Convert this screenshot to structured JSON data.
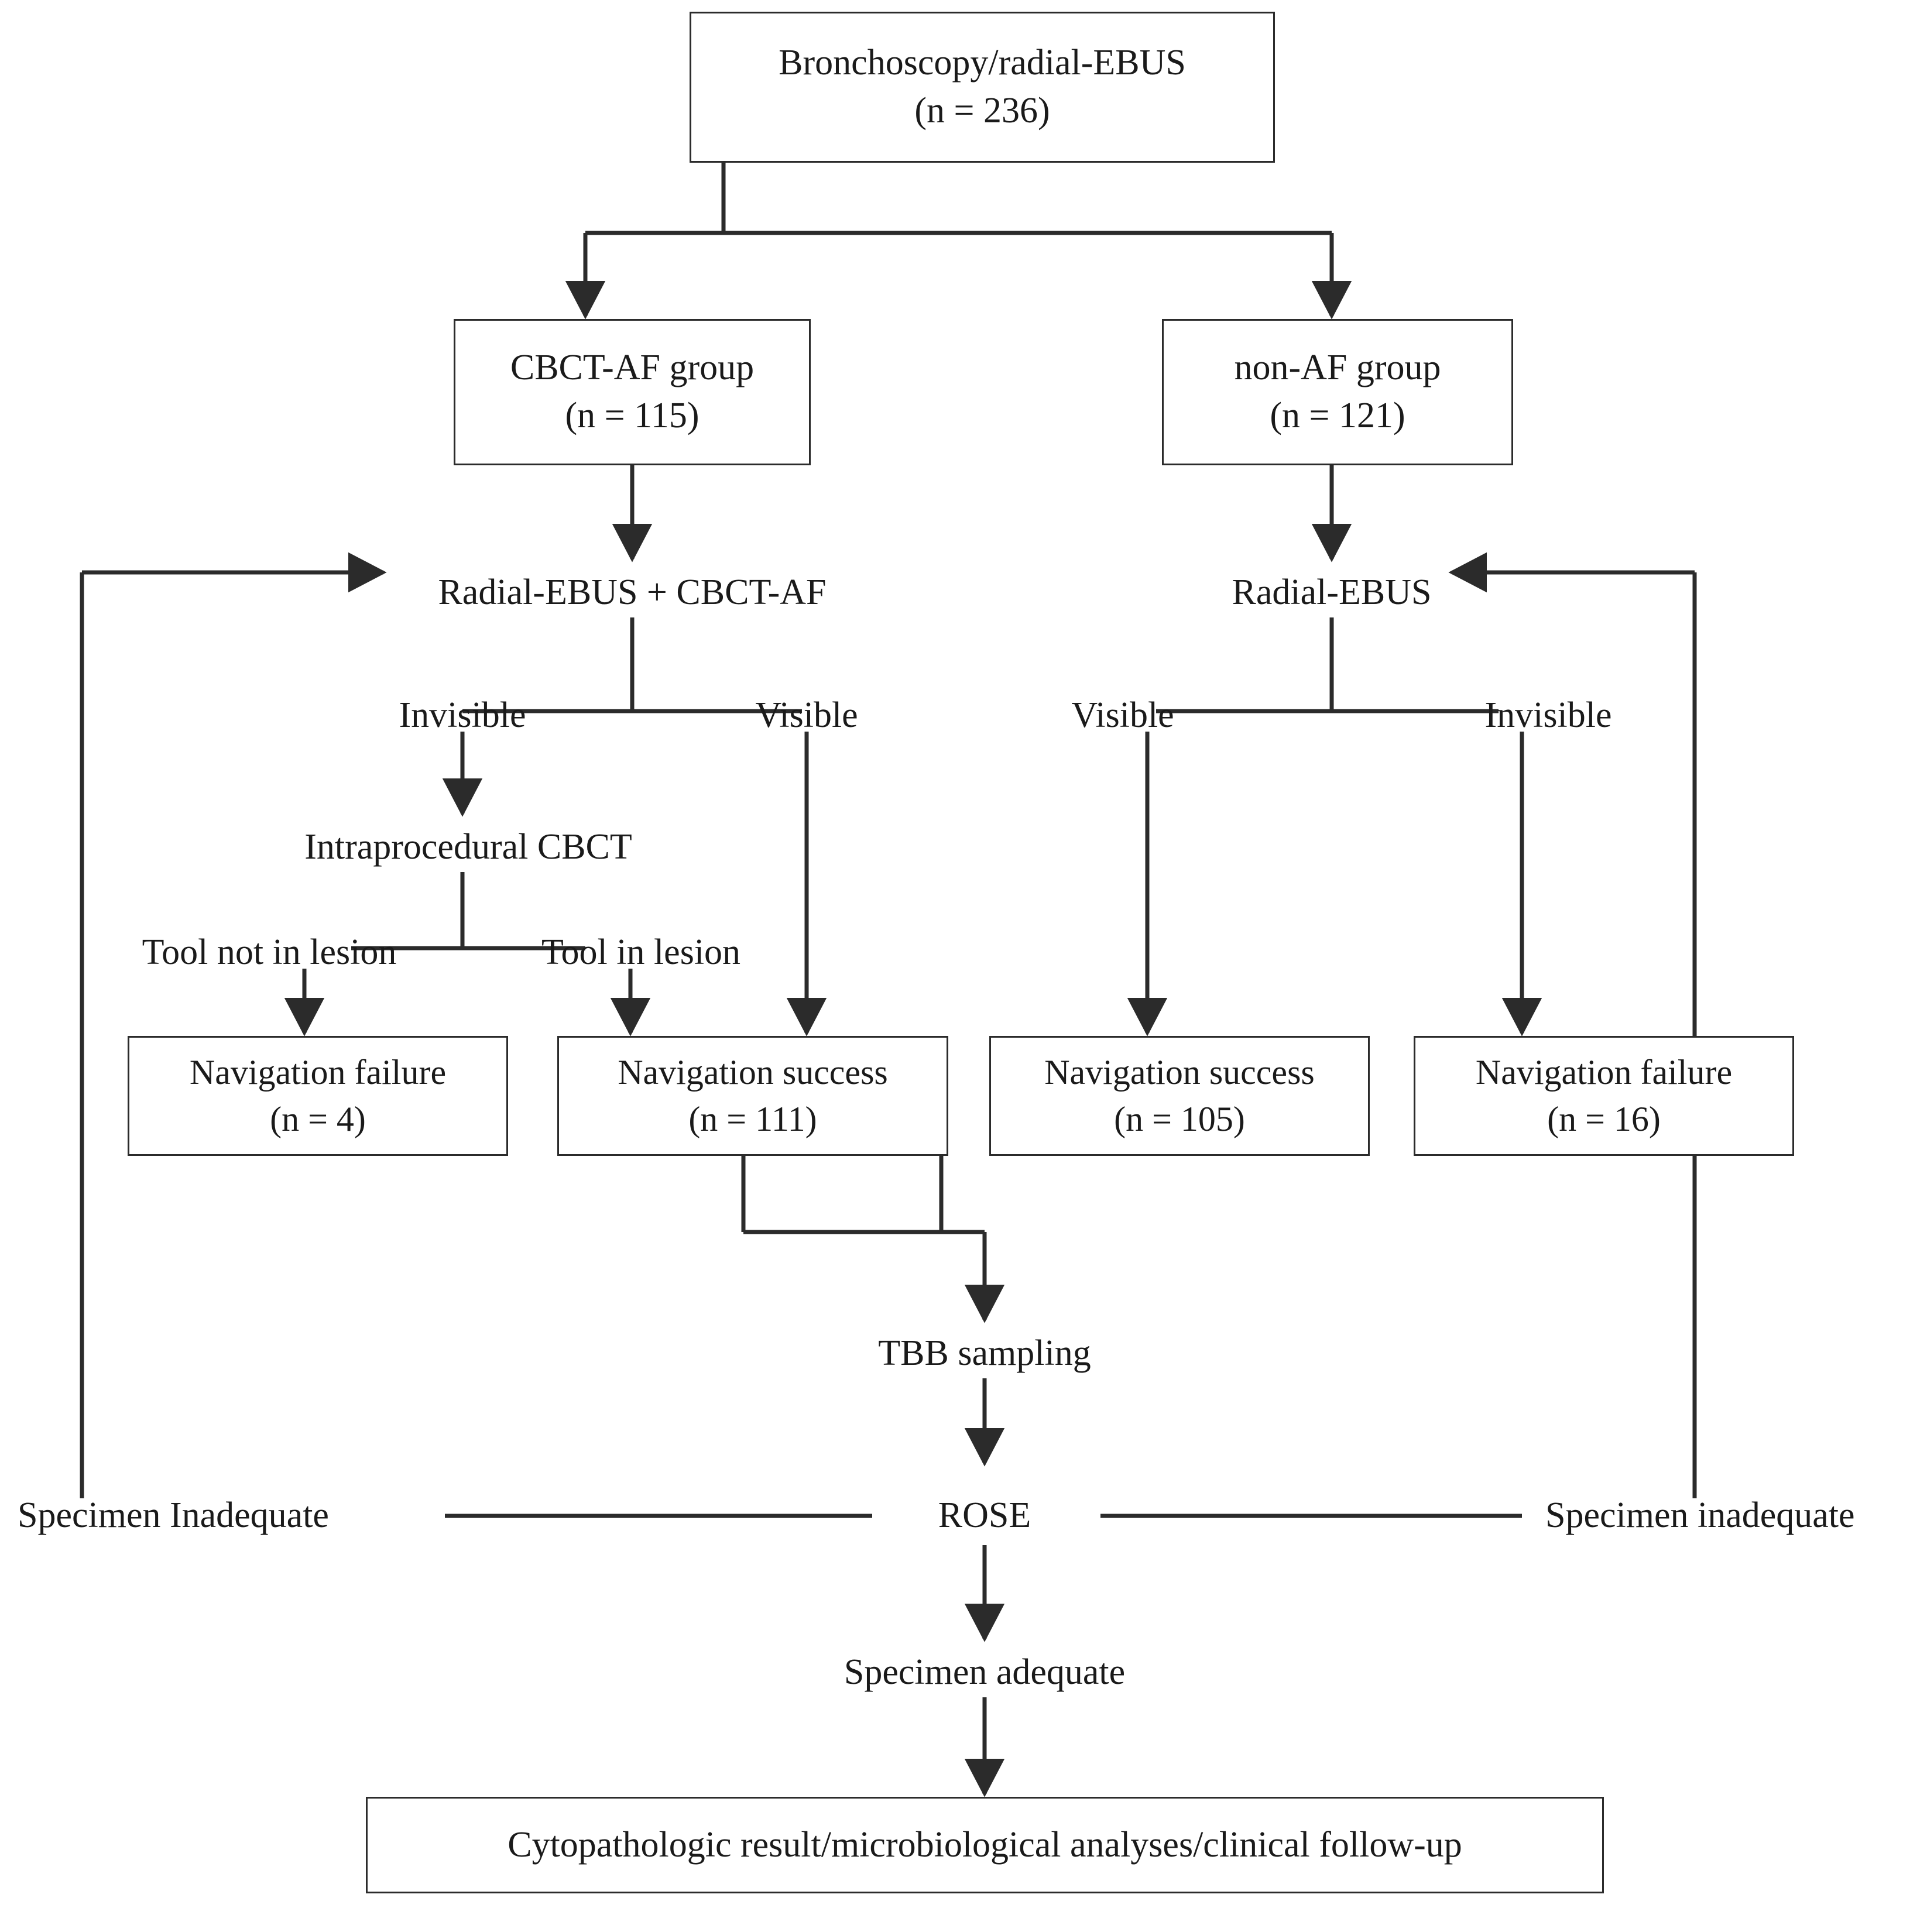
{
  "diagram": {
    "title": "Bronchoscopy radial-EBUS CBCT-AF study flowchart",
    "stroke_color": "#2b2b2b",
    "background_color": "#ffffff"
  },
  "nodes": {
    "root": {
      "line1": "Bronchoscopy/radial-EBUS",
      "line2": "(n = 236)"
    },
    "group_cbct": {
      "line1": "CBCT-AF group",
      "line2": "(n = 115)"
    },
    "group_nonaf": {
      "line1": "non-AF group",
      "line2": "(n = 121)"
    },
    "proc_left": "Radial-EBUS + CBCT-AF",
    "proc_right": "Radial-EBUS",
    "left_invisible": "Invisible",
    "left_visible": "Visible",
    "right_visible": "Visible",
    "right_invisible": "Invisible",
    "intraprocedural": "Intraprocedural CBCT",
    "tool_not_in_lesion": "Tool not in lesion",
    "tool_in_lesion": "Tool in lesion",
    "nav_fail_left": {
      "line1": "Navigation failure",
      "line2": "(n = 4)"
    },
    "nav_succ_left": {
      "line1": "Navigation success",
      "line2": "(n = 111)"
    },
    "nav_succ_right": {
      "line1": "Navigation success",
      "line2": "(n = 105)"
    },
    "nav_fail_right": {
      "line1": "Navigation failure",
      "line2": "(n = 16)"
    },
    "tbb": "TBB sampling",
    "rose": "ROSE",
    "specimen_inadequate_left": "Specimen Inadequate",
    "specimen_inadequate_right": "Specimen inadequate",
    "specimen_adequate": "Specimen adequate",
    "final": "Cytopathologic result/microbiological analyses/clinical follow-up"
  },
  "chart_data": {
    "type": "diagram",
    "title": "Bronchoscopy/radial-EBUS patient allocation flowchart",
    "counts": {
      "enrolled": 236,
      "cbct_af_group": 115,
      "non_af_group": 121,
      "navigation_failure_cbct_af": 4,
      "navigation_success_cbct_af": 111,
      "navigation_success_non_af": 105,
      "navigation_failure_non_af": 16
    },
    "branches": [
      {
        "from": "Bronchoscopy/radial-EBUS (n = 236)",
        "to": "CBCT-AF group (n = 115)"
      },
      {
        "from": "Bronchoscopy/radial-EBUS (n = 236)",
        "to": "non-AF group (n = 121)"
      },
      {
        "from": "CBCT-AF group (n = 115)",
        "to": "Radial-EBUS + CBCT-AF"
      },
      {
        "from": "non-AF group (n = 121)",
        "to": "Radial-EBUS"
      },
      {
        "from": "Radial-EBUS + CBCT-AF",
        "to": "Intraprocedural CBCT",
        "label": "Invisible"
      },
      {
        "from": "Radial-EBUS + CBCT-AF",
        "to": "Navigation success (n = 111)",
        "label": "Visible"
      },
      {
        "from": "Intraprocedural CBCT",
        "to": "Navigation failure (n = 4)",
        "label": "Tool not in lesion"
      },
      {
        "from": "Intraprocedural CBCT",
        "to": "Navigation success (n = 111)",
        "label": "Tool in lesion"
      },
      {
        "from": "Radial-EBUS",
        "to": "Navigation success (n = 105)",
        "label": "Visible"
      },
      {
        "from": "Radial-EBUS",
        "to": "Navigation failure (n = 16)",
        "label": "Invisible"
      },
      {
        "from": "Navigation success (n = 111)",
        "to": "TBB sampling"
      },
      {
        "from": "Navigation success (n = 105)",
        "to": "TBB sampling"
      },
      {
        "from": "TBB sampling",
        "to": "ROSE"
      },
      {
        "from": "ROSE",
        "to": "Radial-EBUS + CBCT-AF",
        "label": "Specimen Inadequate"
      },
      {
        "from": "ROSE",
        "to": "Radial-EBUS",
        "label": "Specimen inadequate"
      },
      {
        "from": "ROSE",
        "to": "Cytopathologic result/microbiological analyses/clinical follow-up",
        "label": "Specimen adequate"
      }
    ]
  }
}
